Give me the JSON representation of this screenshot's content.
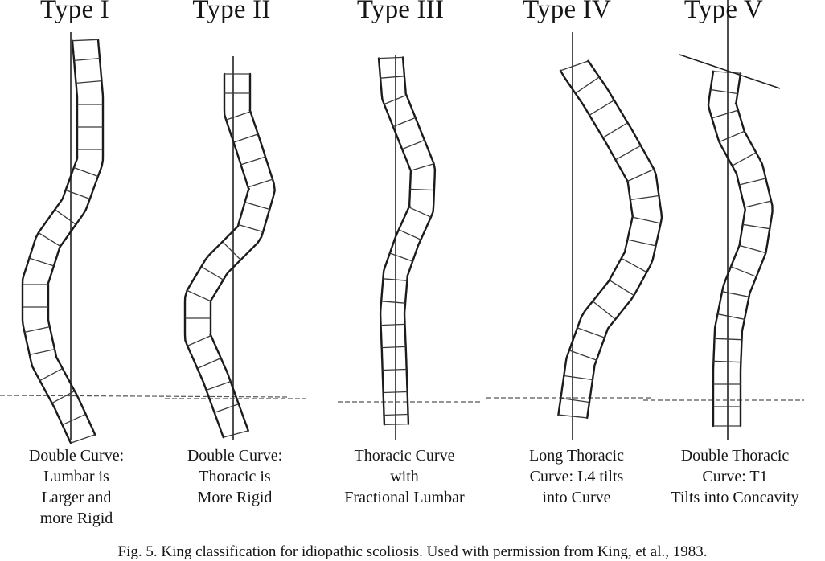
{
  "panels": [
    {
      "title": "Type I",
      "caption": [
        "Double Curve:",
        "Lumbar is",
        "Larger and",
        "more Rigid"
      ]
    },
    {
      "title": "Type II",
      "caption": [
        "Double Curve:",
        "Thoracic is",
        "More Rigid"
      ]
    },
    {
      "title": "Type III",
      "caption": [
        "Thoracic Curve",
        "with",
        "Fractional Lumbar"
      ]
    },
    {
      "title": "Type IV",
      "caption": [
        "Long Thoracic",
        "Curve: L4 tilts",
        "into Curve"
      ]
    },
    {
      "title": "Type V",
      "caption": [
        "Double Thoracic",
        "Curve:  T1",
        "Tilts into Concavity"
      ]
    }
  ],
  "figure_caption": "Fig. 5.   King classification for idiopathic scoliosis. Used with permission from King, et al., 1983."
}
